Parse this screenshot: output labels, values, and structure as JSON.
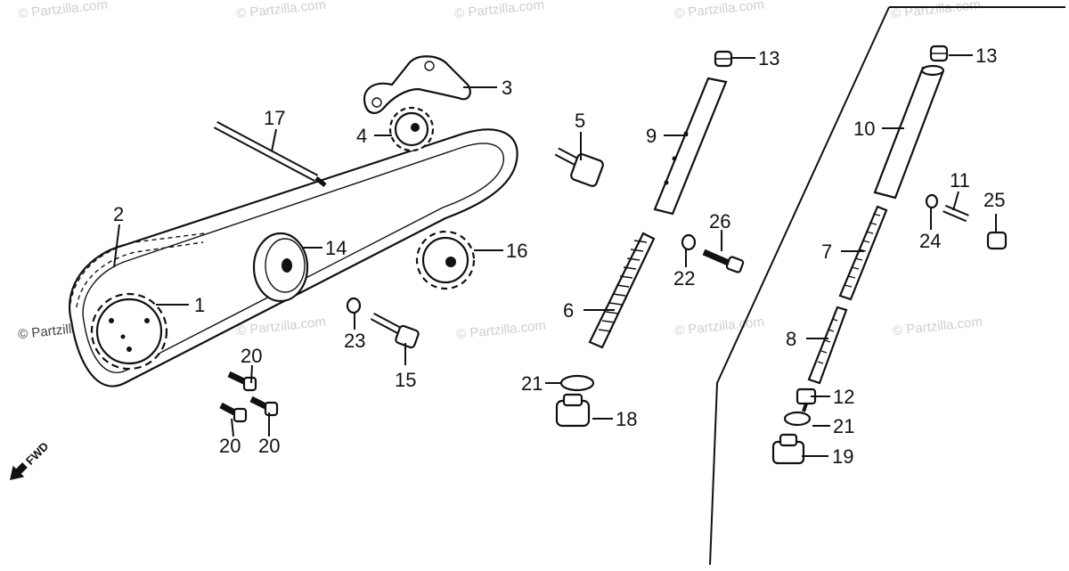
{
  "watermark": "© Partzilla.com",
  "direction_label": "FWD",
  "callouts": {
    "p1": "1",
    "p2": "2",
    "p3": "3",
    "p4": "4",
    "p5": "5",
    "p6": "6",
    "p7": "7",
    "p8": "8",
    "p9": "9",
    "p10": "10",
    "p11": "11",
    "p12": "12",
    "p13a": "13",
    "p13b": "13",
    "p14": "14",
    "p15": "15",
    "p16": "16",
    "p17": "17",
    "p18": "18",
    "p19": "19",
    "p20a": "20",
    "p20b": "20",
    "p20c": "20",
    "p21a": "21",
    "p21b": "21",
    "p22": "22",
    "p23": "23",
    "p24": "24",
    "p25": "25",
    "p26": "26"
  }
}
